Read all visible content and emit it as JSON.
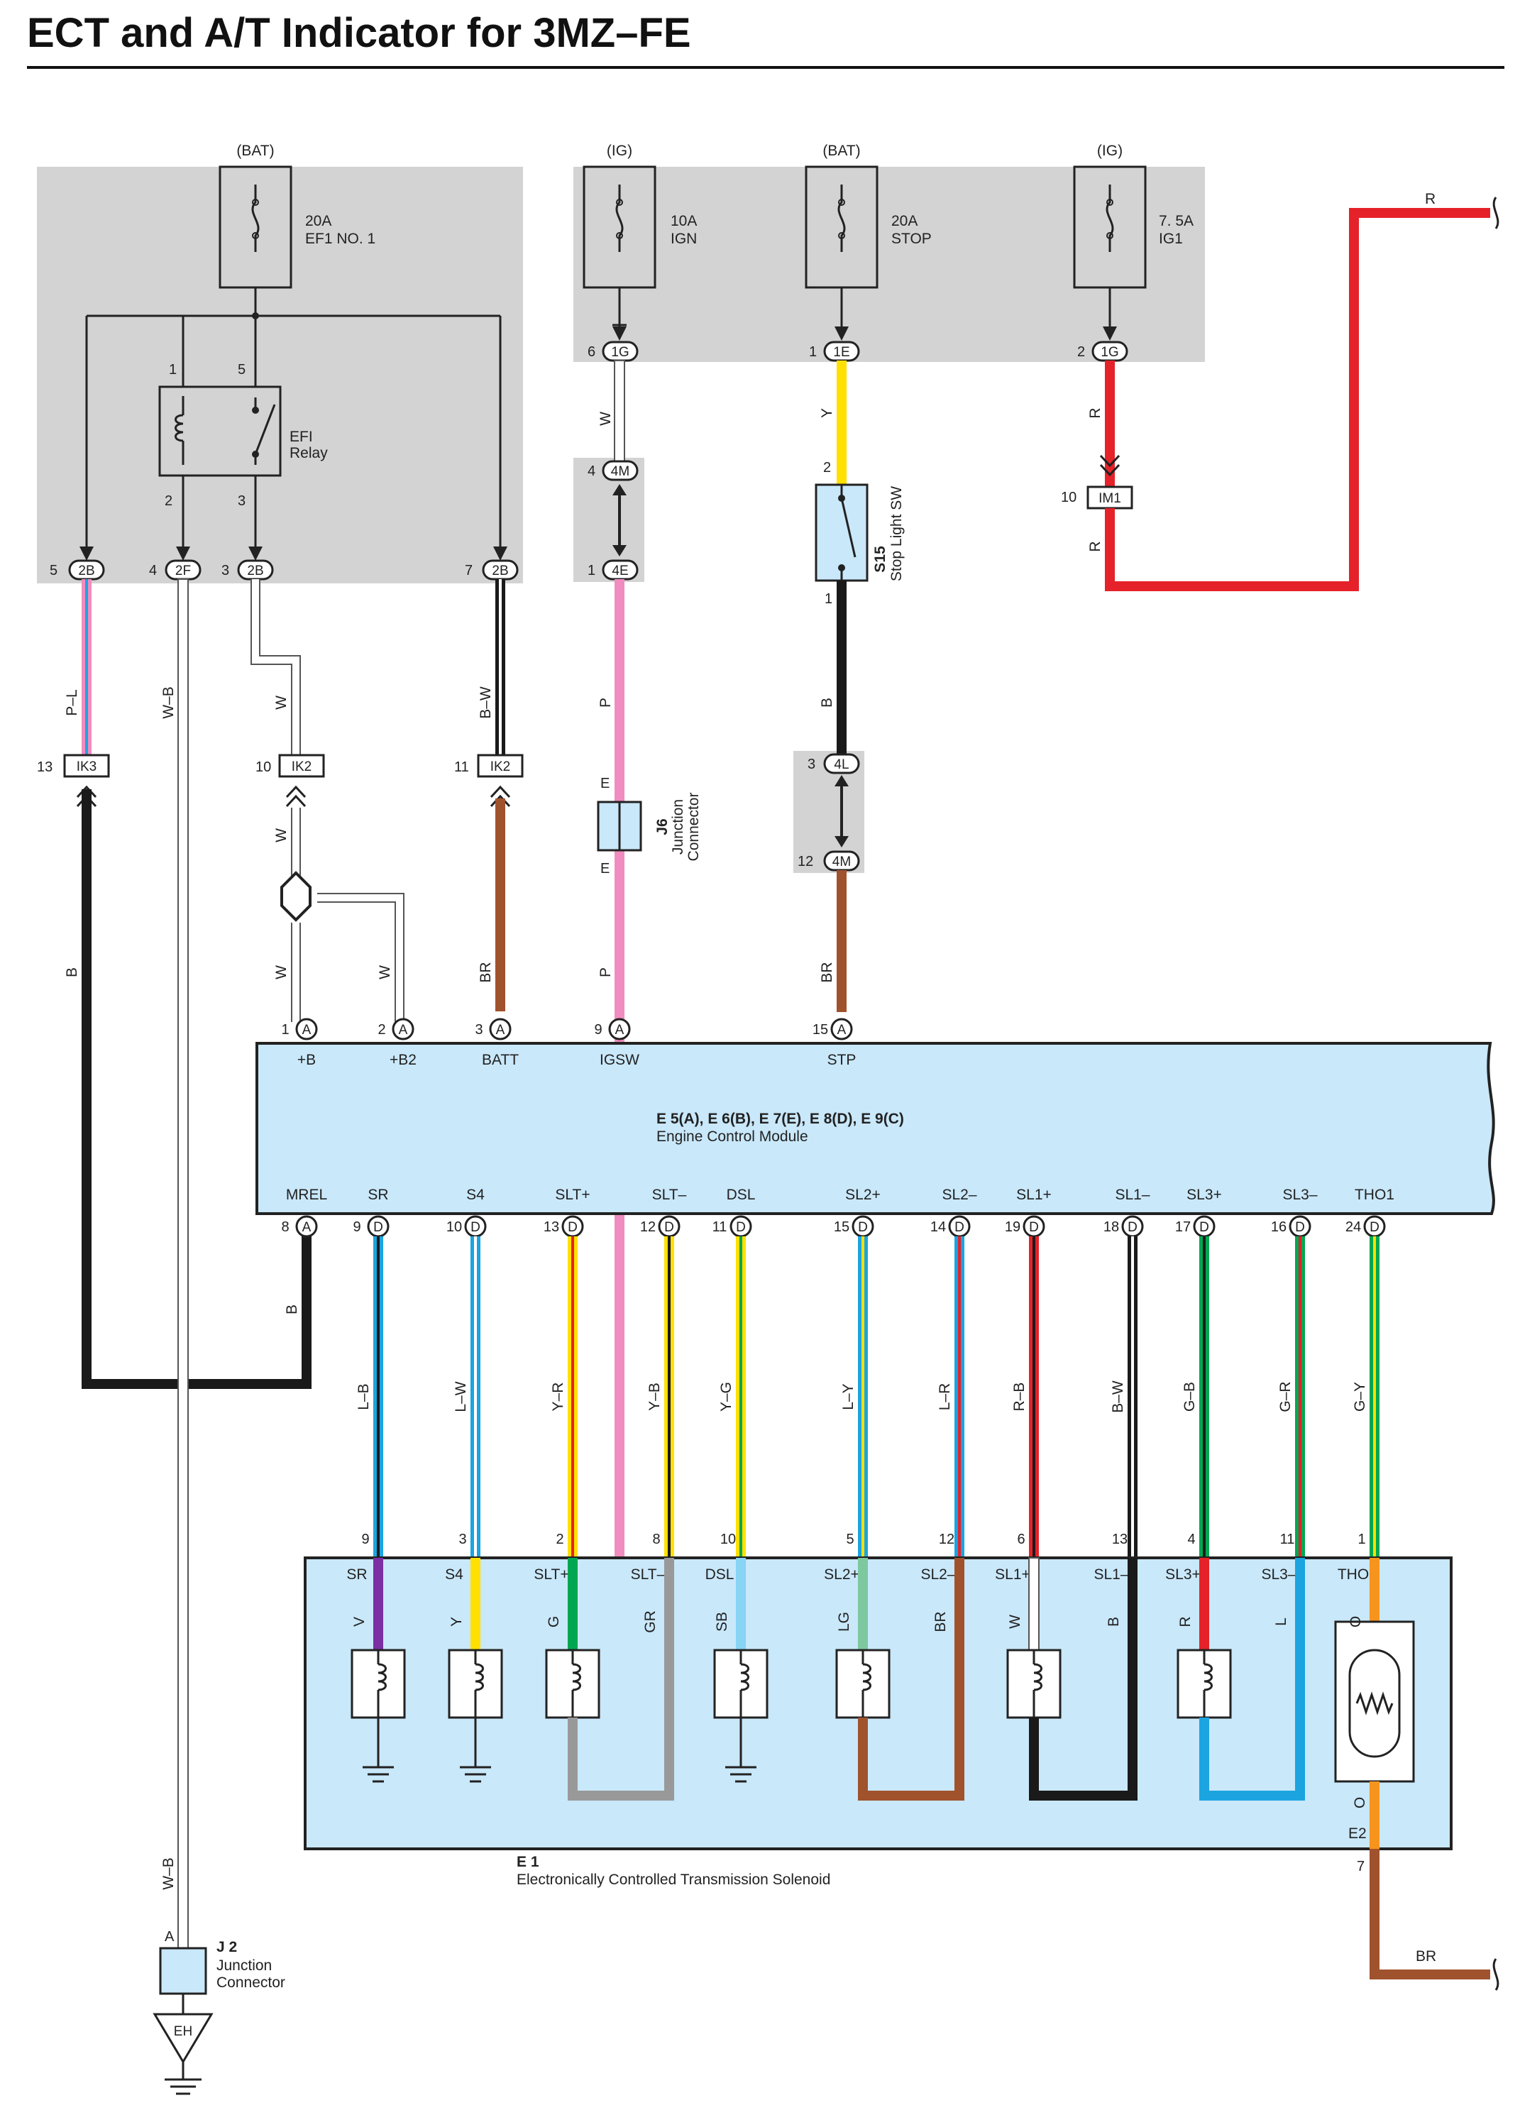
{
  "title": "ECT and A/T Indicator for 3MZ–FE",
  "fuses": [
    {
      "source": "(BAT)",
      "rating": "20A",
      "name": "EF1 NO. 1"
    },
    {
      "source": "(IG)",
      "rating": "10A",
      "name": "IGN"
    },
    {
      "source": "(BAT)",
      "rating": "20A",
      "name": "STOP"
    },
    {
      "source": "(IG)",
      "rating": "7. 5A",
      "name": "IG1"
    }
  ],
  "relay": {
    "label1": "EFI",
    "label2": "Relay",
    "pins": [
      "1",
      "5",
      "2",
      "3"
    ]
  },
  "jb_connectors": [
    {
      "pin": "6",
      "code": "1G"
    },
    {
      "pin": "1",
      "code": "1E"
    },
    {
      "pin": "2",
      "code": "1G"
    },
    {
      "pin": "5",
      "code": "2B"
    },
    {
      "pin": "4",
      "code": "2F"
    },
    {
      "pin": "",
      "code": "2B"
    },
    {
      "pin": "7",
      "code": "2B"
    },
    {
      "pin": "4",
      "code": "4M"
    },
    {
      "pin": "1",
      "code": "4E"
    },
    {
      "pin": "3",
      "code": "4L"
    },
    {
      "pin": "12",
      "code": "4M"
    }
  ],
  "inline_connectors": [
    {
      "pin": "13",
      "code": "IK3"
    },
    {
      "pin": "10",
      "code": "IK2"
    },
    {
      "pin": "11",
      "code": "IK2"
    },
    {
      "pin": "10",
      "code": "IM1"
    }
  ],
  "stop_light_sw": {
    "id": "S15",
    "label": "Stop Light SW",
    "pin_top": "2",
    "pin_bottom": "1"
  },
  "j6": {
    "id": "J6",
    "line1": "Junction",
    "line2": "Connector",
    "pin_top": "E",
    "pin_bottom": "E"
  },
  "j2": {
    "id": "J 2",
    "line1": "Junction",
    "line2": "Connector",
    "pin": "A",
    "ground": "EH"
  },
  "ecm": {
    "title": "E 5(A), E 6(B), E 7(E), E 8(D), E 9(C)",
    "subtitle": "Engine Control Module",
    "top_terms": [
      {
        "pin": "1",
        "conn": "A",
        "label": "+B"
      },
      {
        "pin": "2",
        "conn": "A",
        "label": "+B2"
      },
      {
        "pin": "3",
        "conn": "A",
        "label": "BATT"
      },
      {
        "pin": "9",
        "conn": "A",
        "label": "IGSW"
      },
      {
        "pin": "15",
        "conn": "A",
        "label": "STP"
      }
    ],
    "bottom_terms": [
      {
        "pin": "8",
        "conn": "A",
        "label": "MREL"
      },
      {
        "pin": "9",
        "conn": "D",
        "label": "SR"
      },
      {
        "pin": "10",
        "conn": "D",
        "label": "S4"
      },
      {
        "pin": "13",
        "conn": "D",
        "label": "SLT+"
      },
      {
        "pin": "12",
        "conn": "D",
        "label": "SLT–"
      },
      {
        "pin": "11",
        "conn": "D",
        "label": "DSL"
      },
      {
        "pin": "15",
        "conn": "D",
        "label": "SL2+"
      },
      {
        "pin": "14",
        "conn": "D",
        "label": "SL2–"
      },
      {
        "pin": "19",
        "conn": "D",
        "label": "SL1+"
      },
      {
        "pin": "18",
        "conn": "D",
        "label": "SL1–"
      },
      {
        "pin": "17",
        "conn": "D",
        "label": "SL3+"
      },
      {
        "pin": "16",
        "conn": "D",
        "label": "SL3–"
      },
      {
        "pin": "24",
        "conn": "D",
        "label": "THO1"
      }
    ]
  },
  "solenoid": {
    "id": "E 1",
    "name": "Electronically Controlled Transmission Solenoid",
    "pins": [
      "9",
      "3",
      "2",
      "8",
      "10",
      "5",
      "12",
      "6",
      "13",
      "4",
      "11",
      "1"
    ],
    "terms": [
      "SR",
      "S4",
      "SLT+",
      "SLT–",
      "DSL",
      "SL2+",
      "SL2–",
      "SL1+",
      "SL1–",
      "SL3+",
      "SL3–",
      "THO"
    ],
    "inner_colors": [
      "V",
      "Y",
      "G",
      "GR",
      "SB",
      "LG",
      "BR",
      "W",
      "B",
      "R",
      "L",
      "O"
    ],
    "e2_label": "E2",
    "e2_pin": "7",
    "e2_inner": "O"
  },
  "wire_labels": {
    "w_ign": "W",
    "y_stop": "Y",
    "r_ig1": "R",
    "r_ig1b": "R",
    "r_top": "R",
    "pl": "P–L",
    "wb": "W–B",
    "w_2b": "W",
    "bw": "B–W",
    "p1": "P",
    "p2": "P",
    "b_ss": "B",
    "b_left": "B",
    "w_ik2": "W",
    "w_a1": "W",
    "w_a2": "W",
    "br_batt": "BR",
    "br_stp": "BR",
    "b_mrel": "B",
    "wb_low": "W–B",
    "br_e2": "BR",
    "ecm_wires": [
      "L–B",
      "L–W",
      "Y–R",
      "Y–B",
      "Y–G",
      "L–Y",
      "L–R",
      "R–B",
      "B–W",
      "G–B",
      "G–R",
      "G–Y"
    ]
  },
  "colors": {
    "R": "#e52229",
    "Y": "#ffe000",
    "P": "#f08cbf",
    "BR": "#a0522d",
    "B": "#1a1a1a",
    "W": "#ffffff",
    "L": "#1ba4e0",
    "G": "#00a651",
    "GR": "#999999",
    "V": "#7b2fa3",
    "SB": "#87d4f4",
    "LG": "#7ec8a0",
    "O": "#f7941d",
    "box": "#c9e8fa",
    "gray": "#d3d3d3"
  }
}
